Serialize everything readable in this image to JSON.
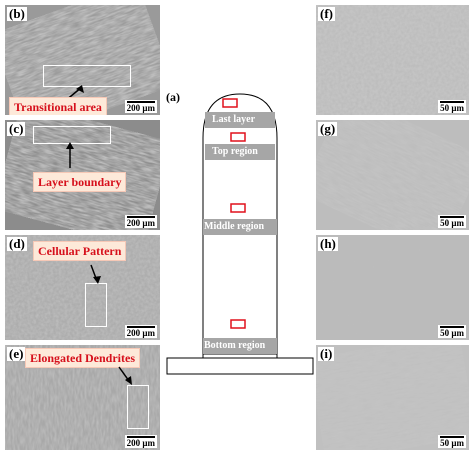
{
  "figure": {
    "panel_a_label": "(a)",
    "regions": [
      "Last layer",
      "Top region",
      "Middle region",
      "Bottom region"
    ]
  },
  "left_panels": [
    {
      "label": "(b)",
      "scale": "200 μm",
      "annotation": "Transitional area"
    },
    {
      "label": "(c)",
      "scale": "200 μm",
      "annotation": "Layer boundary"
    },
    {
      "label": "(d)",
      "scale": "200 μm",
      "annotation": "Cellular Pattern"
    },
    {
      "label": "(e)",
      "scale": "200 μm",
      "annotation": "Elongated Dendrites"
    }
  ],
  "right_panels": [
    {
      "label": "(f)",
      "scale": "50 μm"
    },
    {
      "label": "(g)",
      "scale": "50 μm"
    },
    {
      "label": "(h)",
      "scale": "50 μm"
    },
    {
      "label": "(i)",
      "scale": "50 μm"
    }
  ],
  "colors": {
    "annotation_text": "#d6101c",
    "annotation_bg": "#fde9d9",
    "marker_red": "#e0101c",
    "region_box": "#a6a6a6"
  }
}
